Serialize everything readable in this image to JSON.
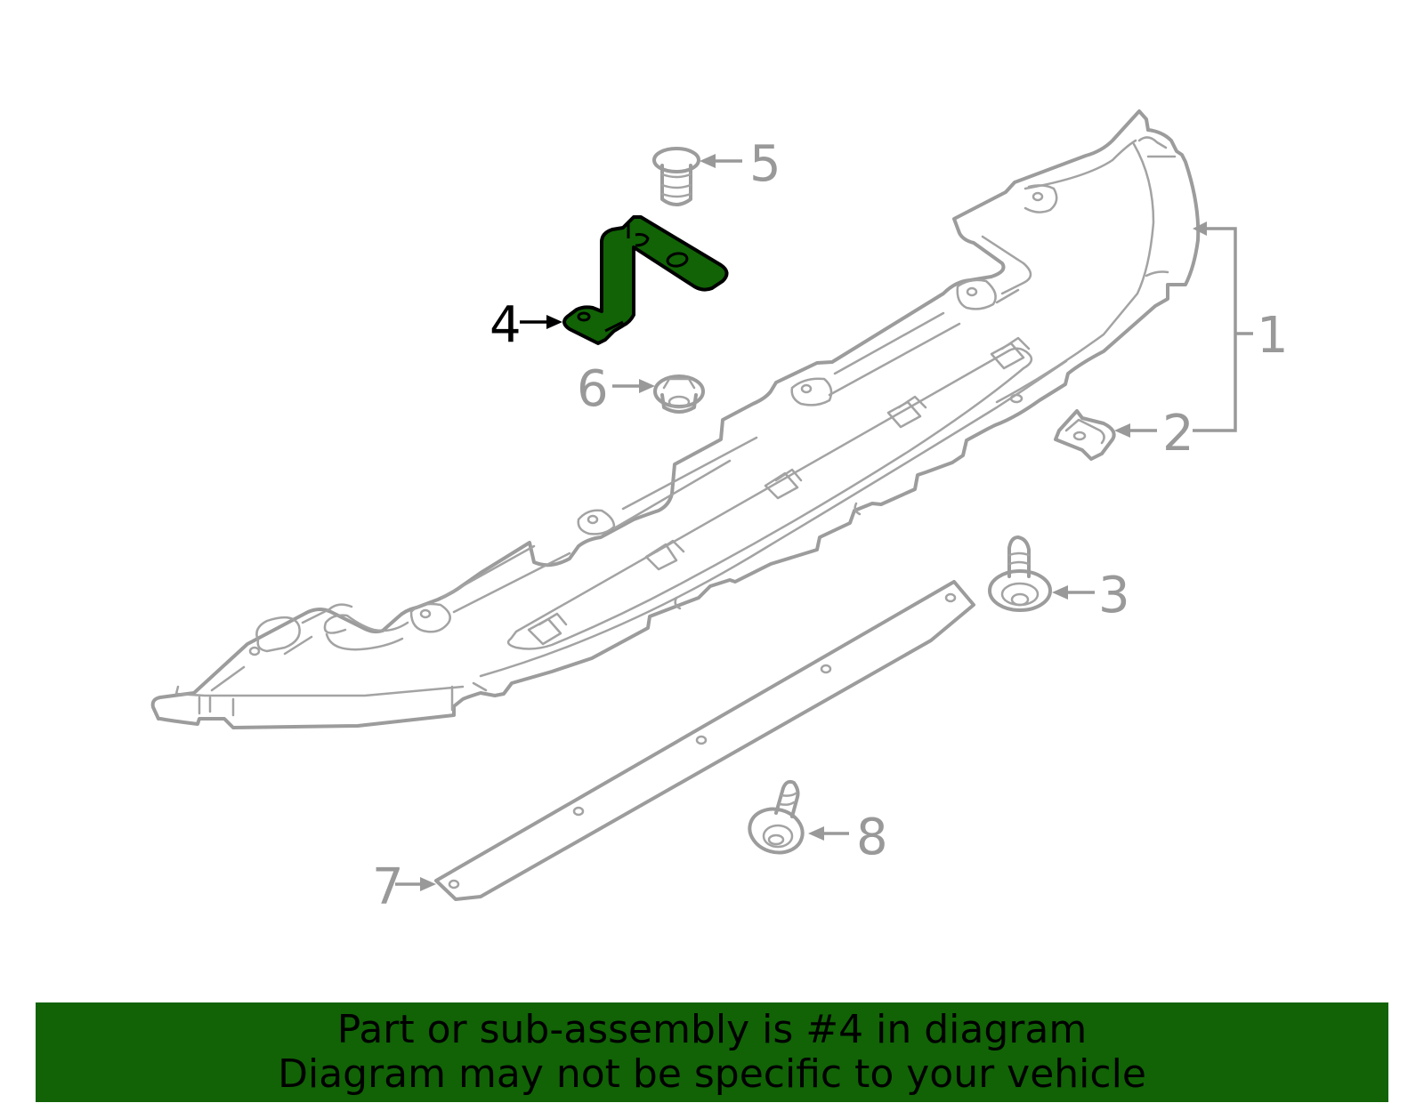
{
  "diagram": {
    "highlighted_part": "4",
    "highlight_color": "#116306",
    "line_color": "#9c9c9c",
    "callouts": [
      {
        "id": "1",
        "label": "1"
      },
      {
        "id": "2",
        "label": "2"
      },
      {
        "id": "3",
        "label": "3"
      },
      {
        "id": "4",
        "label": "4"
      },
      {
        "id": "5",
        "label": "5"
      },
      {
        "id": "6",
        "label": "6"
      },
      {
        "id": "7",
        "label": "7"
      },
      {
        "id": "8",
        "label": "8"
      }
    ]
  },
  "banner": {
    "line1": "Part or sub-assembly is #4 in diagram",
    "line2": "Diagram may not be specific to your vehicle",
    "background": "#116306"
  }
}
